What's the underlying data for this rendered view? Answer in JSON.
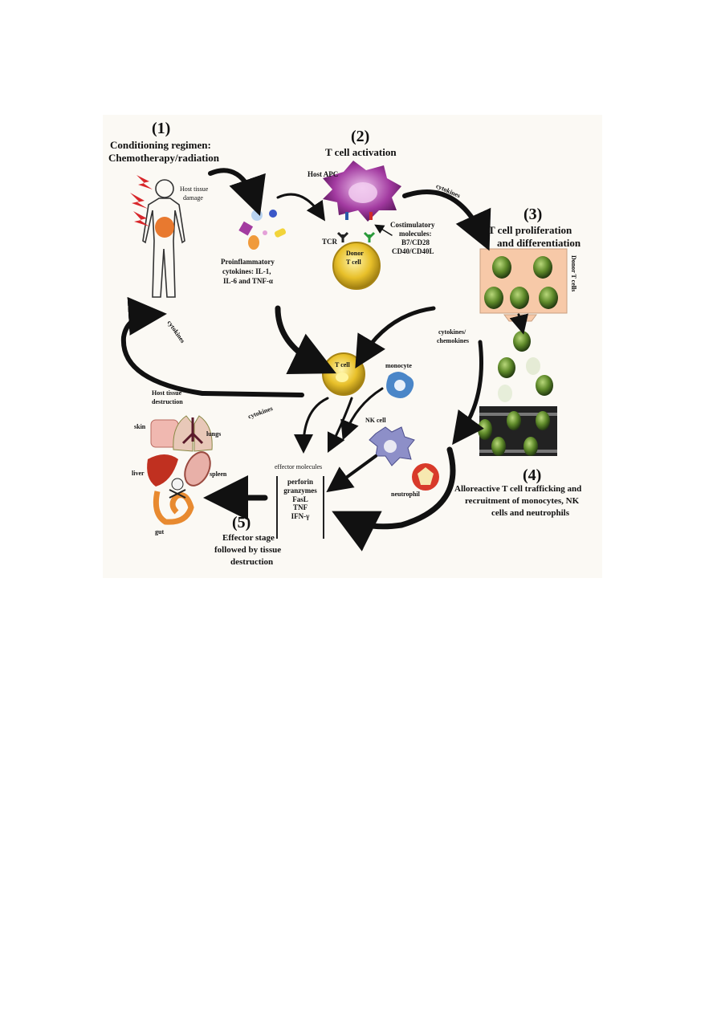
{
  "step1": {
    "number": "(1)",
    "title_line1": "Conditioning regimen:",
    "title_line2": "Chemotherapy/radiation",
    "tissue_label_line1": "Host tissue",
    "tissue_label_line2": "damage"
  },
  "step2": {
    "number": "(2)",
    "title": "T cell activation",
    "apc_label": "Host APC",
    "tcr_label": "TCR",
    "costim_line1": "Costimulatory",
    "costim_line2": "molecules:",
    "costim_line3": "B7/CD28",
    "costim_line4": "CD40/CD40L",
    "donor_line1": "Donor",
    "donor_line2": "T cell"
  },
  "proinflammatory": {
    "line1": "Proinflammatory",
    "line2": "cytokines: IL-1,",
    "line3": "IL-6 and TNF-α"
  },
  "step3": {
    "number": "(3)",
    "title_line1": "T cell proliferation",
    "title_line2": "and differentiation",
    "side_label": "Donor T cells"
  },
  "cytokines_labels": {
    "top": "cytokines",
    "left": "cytokines",
    "middle": "cytokines",
    "chemokines_line1": "cytokines/",
    "chemokines_line2": "chemokines"
  },
  "cells": {
    "tcell": "T cell",
    "monocyte": "monocyte",
    "nkcell": "NK cell",
    "neutrophil": "neutrophil"
  },
  "destruction": {
    "line1": "Host tissue",
    "line2": "destruction"
  },
  "organs": {
    "skin": "skin",
    "lungs": "lungs",
    "liver": "liver",
    "spleen": "spleen",
    "gut": "gut"
  },
  "effector": {
    "header": "effector molecules",
    "items": [
      "perforin",
      "granzymes",
      "FasL",
      "TNF",
      "IFN-γ"
    ]
  },
  "step4": {
    "number": "(4)",
    "line1": "Alloreactive T cell trafficking and",
    "line2": "recruitment of monocytes, NK",
    "line3": "cells and neutrophils"
  },
  "step5": {
    "number": "(5)",
    "line1": "Effector stage",
    "line2": "followed by tissue",
    "line3": "destruction"
  },
  "colors": {
    "apc": "#8e2a8a",
    "tcell": "#e8c02a",
    "monocyte": "#4a86c8",
    "nkcell": "#8d8fc8",
    "neutrophil": "#d83a2a",
    "green_cell": "#5f8a2a",
    "prolif_box": "#f7c9a8",
    "arrow": "#111111"
  }
}
